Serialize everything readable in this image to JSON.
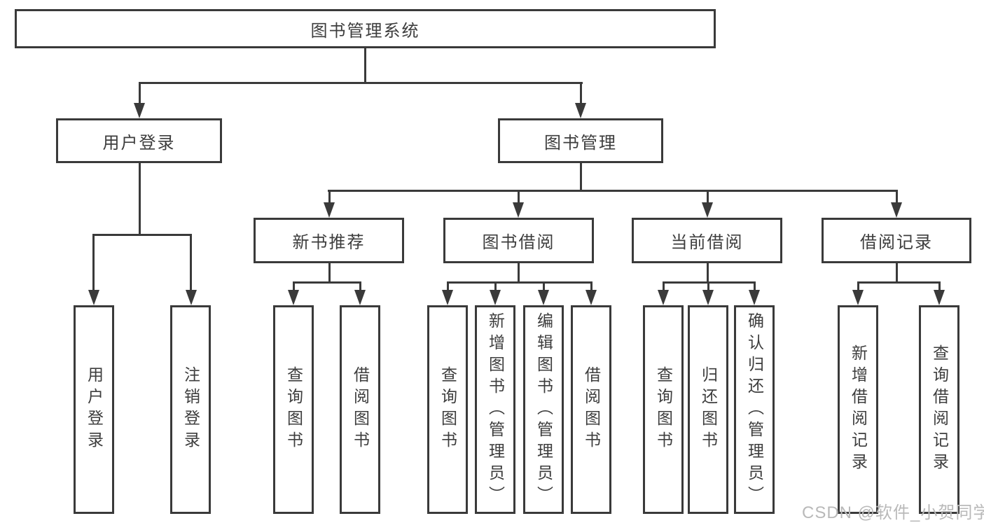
{
  "colors": {
    "line": "#3a3a3a",
    "text": "#3d3d3d",
    "background": "#ffffff",
    "watermark": "#b9b9b9"
  },
  "watermark": "CSDN @软件_小贺同学",
  "tree": {
    "root": "图书管理系统",
    "children": [
      {
        "label": "用户登录",
        "leaves": [
          "用户登录",
          "注销登录"
        ]
      },
      {
        "label": "图书管理",
        "children": [
          {
            "label": "新书推荐",
            "leaves": [
              "查询图书",
              "借阅图书"
            ]
          },
          {
            "label": "图书借阅",
            "leaves": [
              "查询图书",
              "新增图书（管理员）",
              "编辑图书（管理员）",
              "借阅图书"
            ]
          },
          {
            "label": "当前借阅",
            "leaves": [
              "查询图书",
              "归还图书",
              "确认归还（管理员）"
            ]
          },
          {
            "label": "借阅记录",
            "leaves": [
              "新增借阅记录",
              "查询借阅记录"
            ]
          }
        ]
      }
    ]
  }
}
